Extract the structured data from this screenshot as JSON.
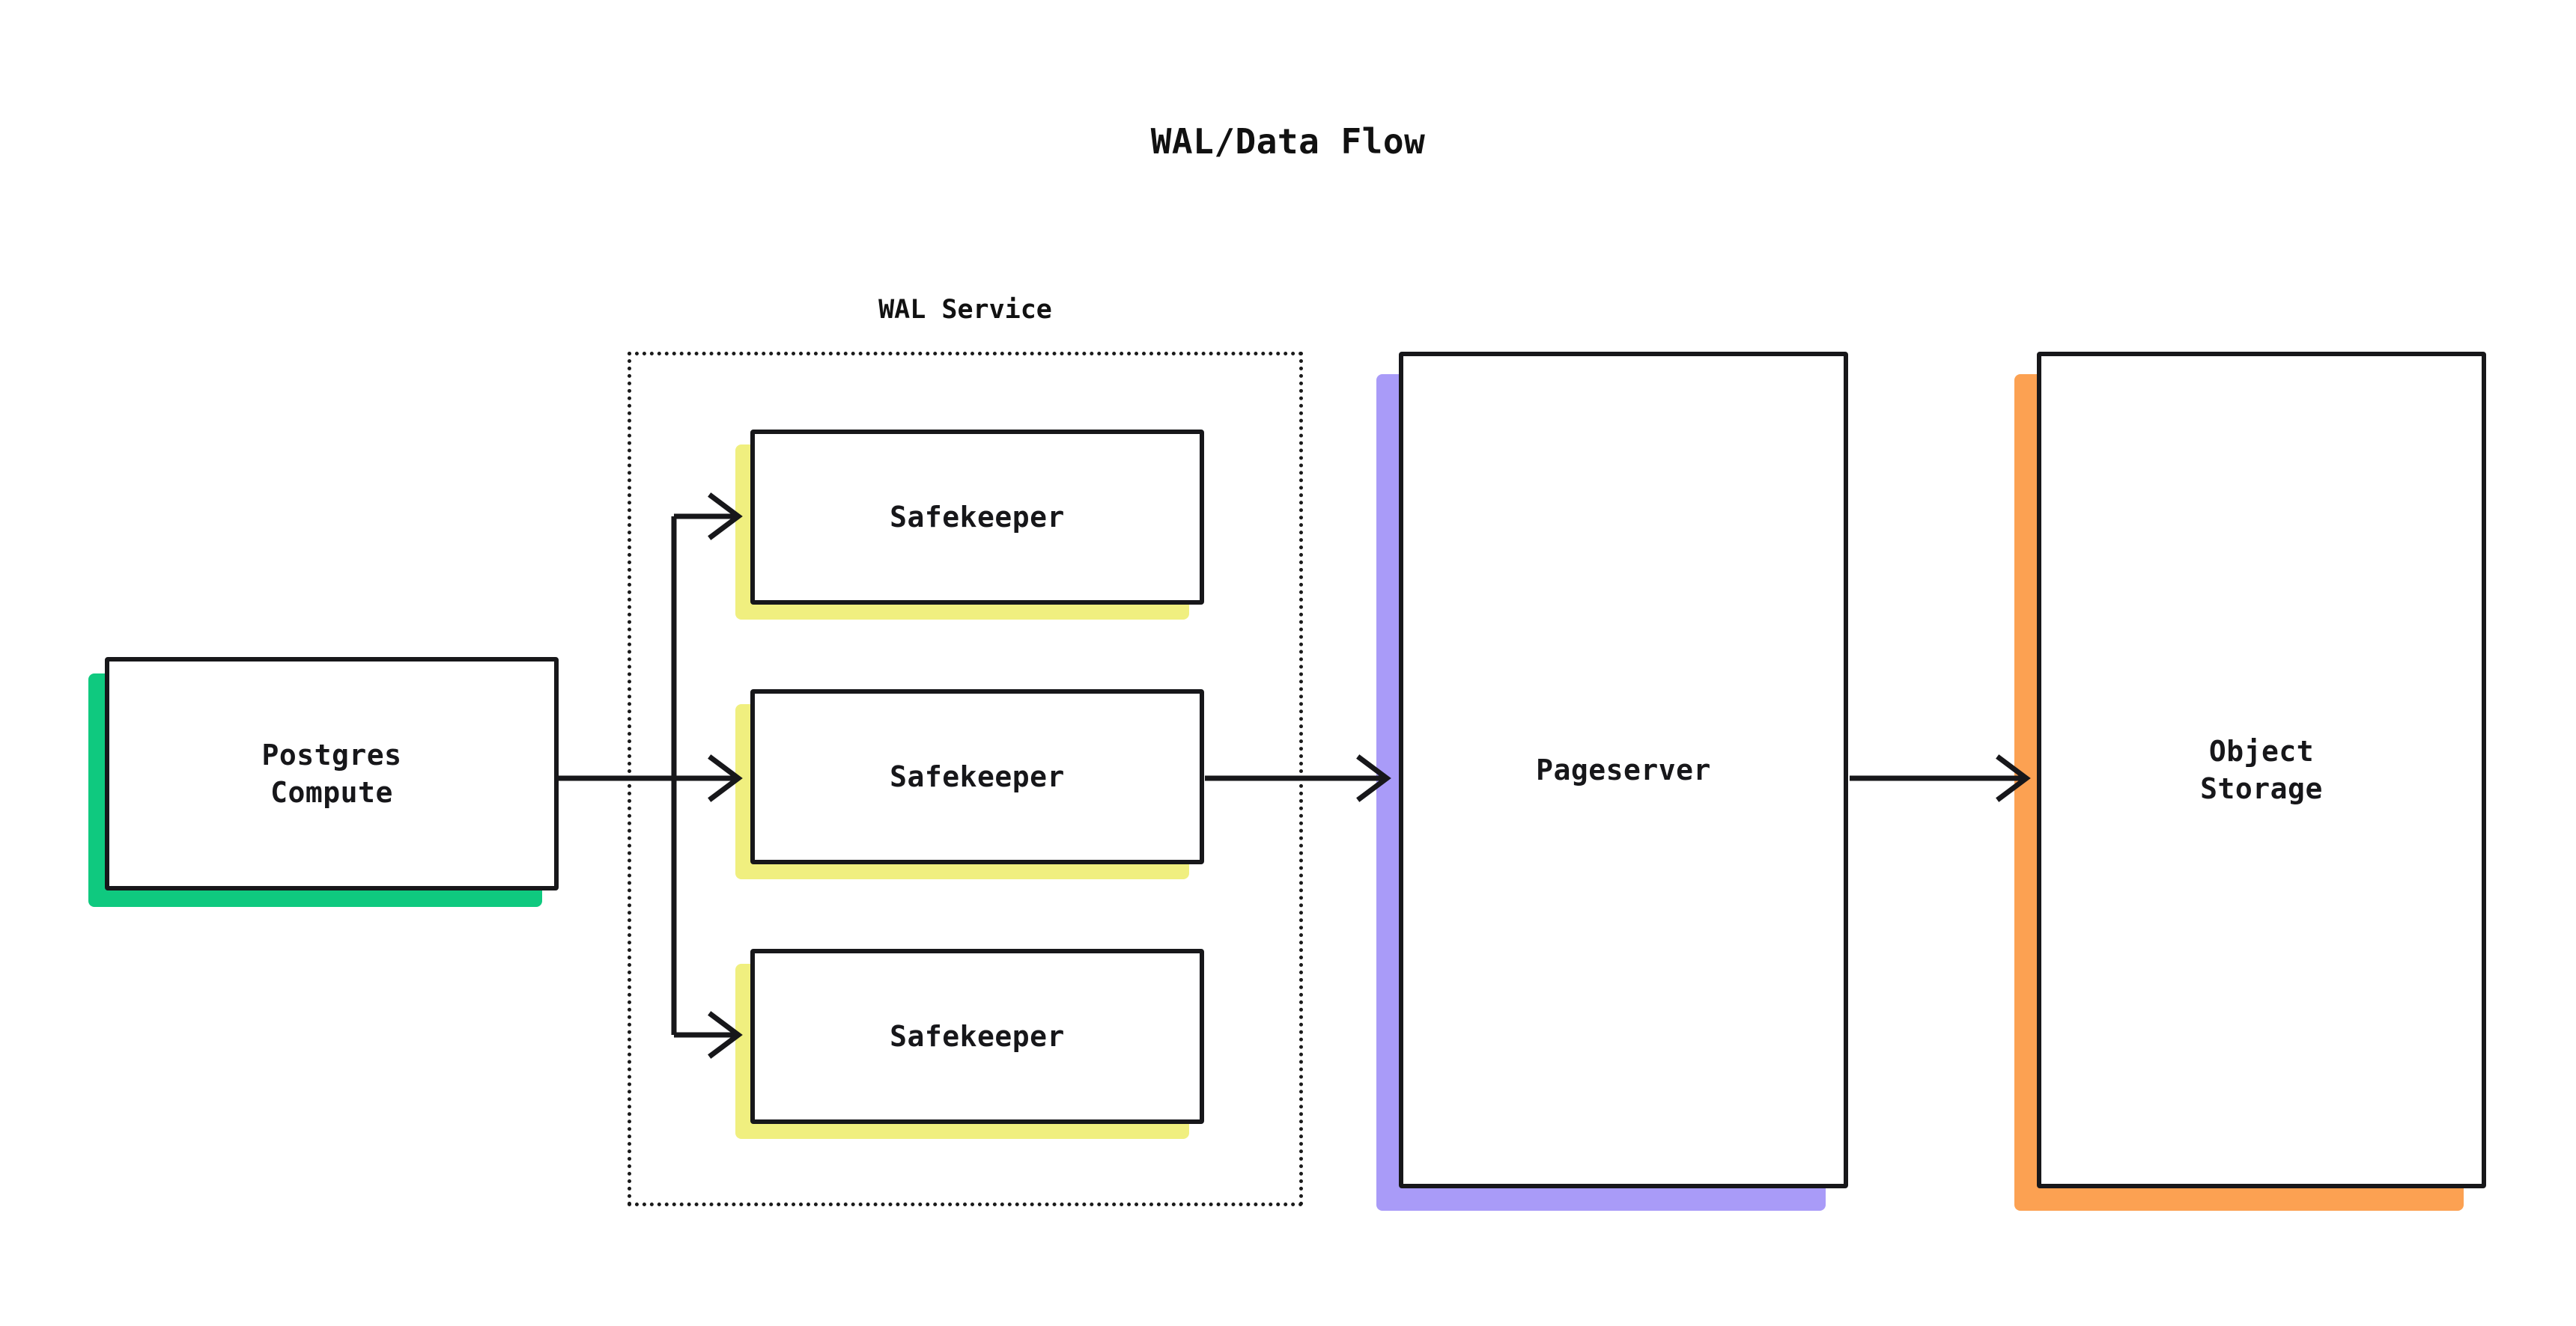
{
  "diagram": {
    "title": "WAL/Data Flow",
    "type": "flow-diagram",
    "background": "#ffffff",
    "stroke_color": "#17171a",
    "group": {
      "label": "WAL Service",
      "border_style": "dotted",
      "border_color": "#1a1a1a"
    },
    "nodes": [
      {
        "id": "postgres-compute",
        "label": "Postgres\nCompute",
        "accent_color": "#0fc97f",
        "fill": "#ffffff"
      },
      {
        "id": "safekeeper-1",
        "label": "Safekeeper",
        "accent_color": "#f0ef7f",
        "fill": "#ffffff"
      },
      {
        "id": "safekeeper-2",
        "label": "Safekeeper",
        "accent_color": "#f0ef7f",
        "fill": "#ffffff"
      },
      {
        "id": "safekeeper-3",
        "label": "Safekeeper",
        "accent_color": "#f0ef7f",
        "fill": "#ffffff"
      },
      {
        "id": "pageserver",
        "label": "Pageserver",
        "accent_color": "#a99bf8",
        "fill": "#ffffff"
      },
      {
        "id": "object-storage",
        "label": "Object\nStorage",
        "accent_color": "#fca152",
        "fill": "#ffffff"
      }
    ],
    "edges": [
      {
        "from": "postgres-compute",
        "to": "safekeeper-1",
        "label": "",
        "arrow": "open"
      },
      {
        "from": "postgres-compute",
        "to": "safekeeper-2",
        "label": "",
        "arrow": "open"
      },
      {
        "from": "postgres-compute",
        "to": "safekeeper-3",
        "label": "",
        "arrow": "open"
      },
      {
        "from": "safekeeper-2",
        "to": "pageserver",
        "label": "",
        "arrow": "open"
      },
      {
        "from": "pageserver",
        "to": "object-storage",
        "label": "",
        "arrow": "open"
      }
    ]
  }
}
